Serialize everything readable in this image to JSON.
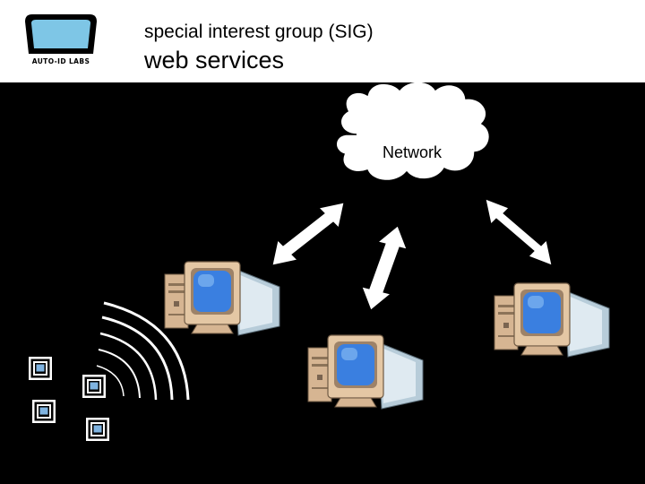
{
  "header": {
    "logo_text": "AUTO-ID LABS",
    "subtitle": "special interest group (SIG)",
    "title": "web services"
  },
  "diagram": {
    "network_label": "Network",
    "computers": 3,
    "rfid_tags": 4,
    "colors": {
      "background": "#000000",
      "header": "#ffffff",
      "logo_screen": "#7ec6e6",
      "monitor_beige": "#e4c7a4",
      "screen_blue": "#3a7fe0",
      "arrow": "#ffffff"
    }
  }
}
